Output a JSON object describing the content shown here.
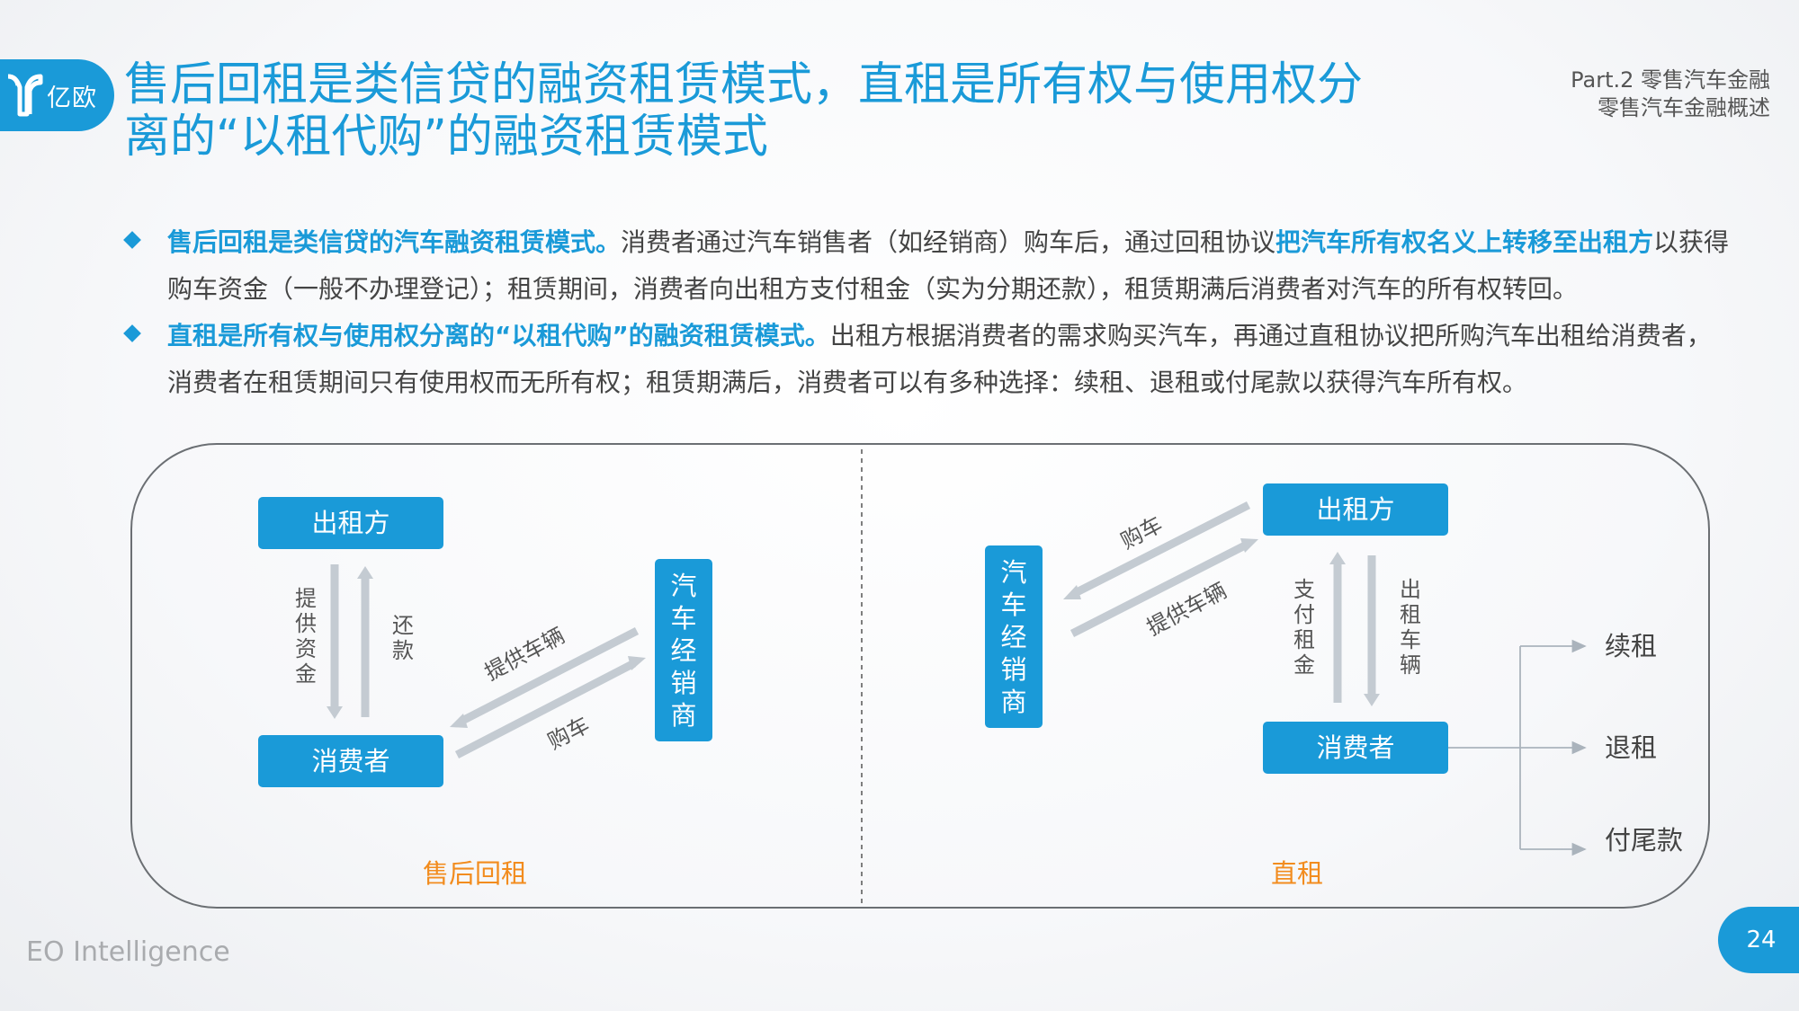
{
  "brand": {
    "logo_text": "亿欧",
    "footer": "EO Intelligence",
    "accent": "#1a9ad8",
    "highlight_orange": "#f28c1e"
  },
  "header": {
    "title_line1": "售后回租是类信贷的融资租赁模式，直租是所有权与使用权分",
    "title_line2": "离的“以租代购”的融资租赁模式",
    "section_line1": "Part.2 零售汽车金融",
    "section_line2": "零售汽车金融概述"
  },
  "bullets": [
    {
      "bold": "售后回租是类信贷的汽车融资租赁模式。",
      "text1": "消费者通过汽车销售者（如经销商）购车后，通过回租协议",
      "bold2": "把汽车所有权名义上转移至出租方",
      "text2": "以获得购车资金（一般不办理登记）；租赁期间，消费者向出租方支付租金（实为分期还款），租赁期满后消费者对汽车的所有权转回。"
    },
    {
      "bold": "直租是所有权与使用权分离的“以租代购”的融资租赁模式。",
      "text1": "出租方根据消费者的需求购买汽车，再通过直租协议把所购汽车出租给消费者，消费者在租赁期间只有使用权而无所有权；租赁期满后，消费者可以有多种选择：续租、退租或付尾款以获得汽车所有权。"
    }
  ],
  "diagram": {
    "left": {
      "caption": "售后回租",
      "lessor": "出租方",
      "consumer": "消费者",
      "dealer": "汽车经销商",
      "provide_funds": "提供资金",
      "repay": "还款",
      "provide_vehicle": "提供车辆",
      "buy_car": "购车"
    },
    "right": {
      "caption": "直租",
      "lessor": "出租方",
      "consumer": "消费者",
      "dealer": "汽车经销商",
      "buy_car": "购车",
      "provide_vehicle": "提供车辆",
      "pay_rent": "支付租金",
      "lease_vehicle": "出租车辆",
      "options": [
        "续租",
        "退租",
        "付尾款"
      ]
    }
  },
  "page_number": "24"
}
